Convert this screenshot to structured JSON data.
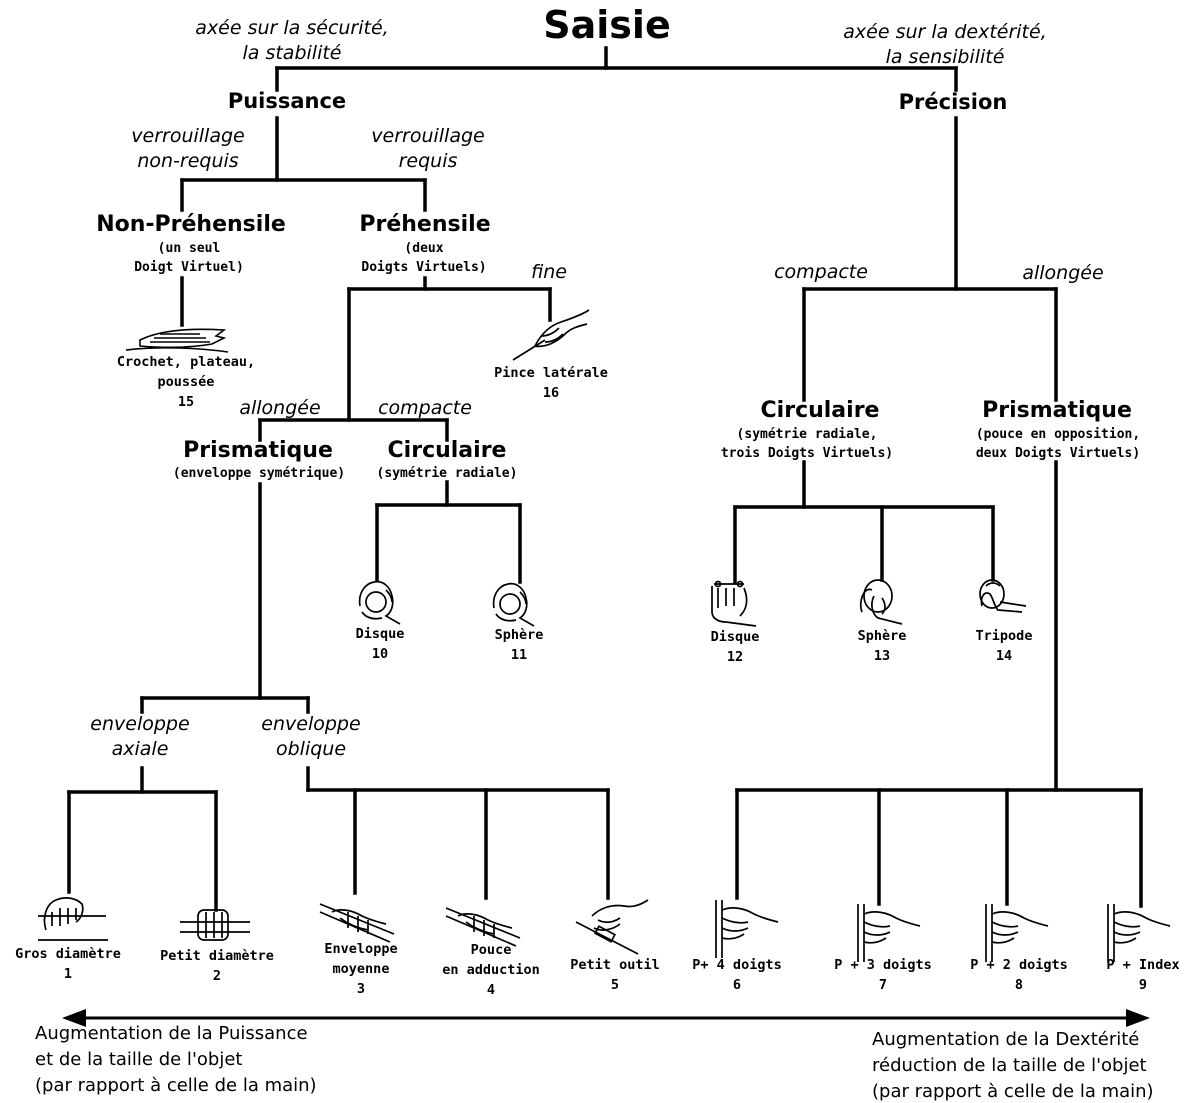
{
  "title": "Saisie",
  "top_left_note": [
    "axée sur la sécurité,",
    "la stabilité"
  ],
  "top_right_note": [
    "axée sur la dextérité,",
    "la sensibilité"
  ],
  "power": {
    "label": "Puissance",
    "branch_left_note": [
      "verrouillage",
      "non-requis"
    ],
    "branch_right_note": [
      "verrouillage",
      "requis"
    ],
    "non_prehensile": {
      "label": "Non-Préhensile",
      "note": [
        "(un seul",
        "Doigt Virtuel)"
      ],
      "grasp": {
        "name": [
          "Crochet, plateau,",
          "poussée"
        ],
        "number": "15",
        "icon": "hook-hand-icon"
      }
    },
    "prehensile": {
      "label": "Préhensile",
      "note": [
        "(deux",
        "Doigts Virtuels)"
      ],
      "fine_label": "fine",
      "lateral": {
        "name": [
          "Pince latérale"
        ],
        "number": "16",
        "icon": "lateral-pinch-hand-icon"
      },
      "elongated_label": "allongée",
      "compact_label": "compacte",
      "prismatic": {
        "label": "Prismatique",
        "note": "(enveloppe symétrique)",
        "axial_label": [
          "enveloppe",
          "axiale"
        ],
        "oblique_label": [
          "enveloppe",
          "oblique"
        ]
      },
      "circular": {
        "label": "Circulaire",
        "note": "(symétrie radiale)"
      }
    }
  },
  "precision": {
    "label": "Précision",
    "compact_label": "compacte",
    "elongated_label": "allongée",
    "circular": {
      "label": "Circulaire",
      "note": [
        "(symétrie radiale,",
        "trois Doigts Virtuels)"
      ]
    },
    "prismatic": {
      "label": "Prismatique",
      "note": [
        "(pouce en opposition,",
        "deux Doigts Virtuels)"
      ]
    }
  },
  "grasps": [
    {
      "id": "10",
      "name": [
        "Disque"
      ],
      "number": "10",
      "icon": "power-disk-hand-icon"
    },
    {
      "id": "11",
      "name": [
        "Sphère"
      ],
      "number": "11",
      "icon": "power-sphere-hand-icon"
    },
    {
      "id": "12",
      "name": [
        "Disque"
      ],
      "number": "12",
      "icon": "precision-disk-hand-icon"
    },
    {
      "id": "13",
      "name": [
        "Sphère"
      ],
      "number": "13",
      "icon": "precision-sphere-hand-icon"
    },
    {
      "id": "14",
      "name": [
        "Tripode"
      ],
      "number": "14",
      "icon": "tripod-hand-icon"
    },
    {
      "id": "1",
      "name": [
        "Gros diamètre"
      ],
      "number": "1",
      "icon": "large-diameter-hand-icon"
    },
    {
      "id": "2",
      "name": [
        "Petit diamètre"
      ],
      "number": "2",
      "icon": "small-diameter-hand-icon"
    },
    {
      "id": "3",
      "name": [
        "Enveloppe",
        "moyenne"
      ],
      "number": "3",
      "icon": "medium-wrap-hand-icon"
    },
    {
      "id": "4",
      "name": [
        "Pouce",
        "en adduction"
      ],
      "number": "4",
      "icon": "adducted-thumb-hand-icon"
    },
    {
      "id": "5",
      "name": [
        "Petit outil"
      ],
      "number": "5",
      "icon": "light-tool-hand-icon"
    },
    {
      "id": "6",
      "name": [
        "P+ 4 doigts"
      ],
      "number": "6",
      "icon": "thumb-4-finger-hand-icon"
    },
    {
      "id": "7",
      "name": [
        "P + 3 doigts"
      ],
      "number": "7",
      "icon": "thumb-3-finger-hand-icon"
    },
    {
      "id": "8",
      "name": [
        "P + 2 doigts"
      ],
      "number": "8",
      "icon": "thumb-2-finger-hand-icon"
    },
    {
      "id": "9",
      "name": [
        "P + Index"
      ],
      "number": "9",
      "icon": "thumb-index-hand-icon"
    }
  ],
  "bottom_left": [
    "Augmentation de la Puissance",
    "et de la taille de l'objet",
    "(par rapport à celle de la main)"
  ],
  "bottom_right": [
    "Augmentation de la Dextérité",
    "réduction de la taille de l'objet",
    "(par rapport à celle de la main)"
  ]
}
